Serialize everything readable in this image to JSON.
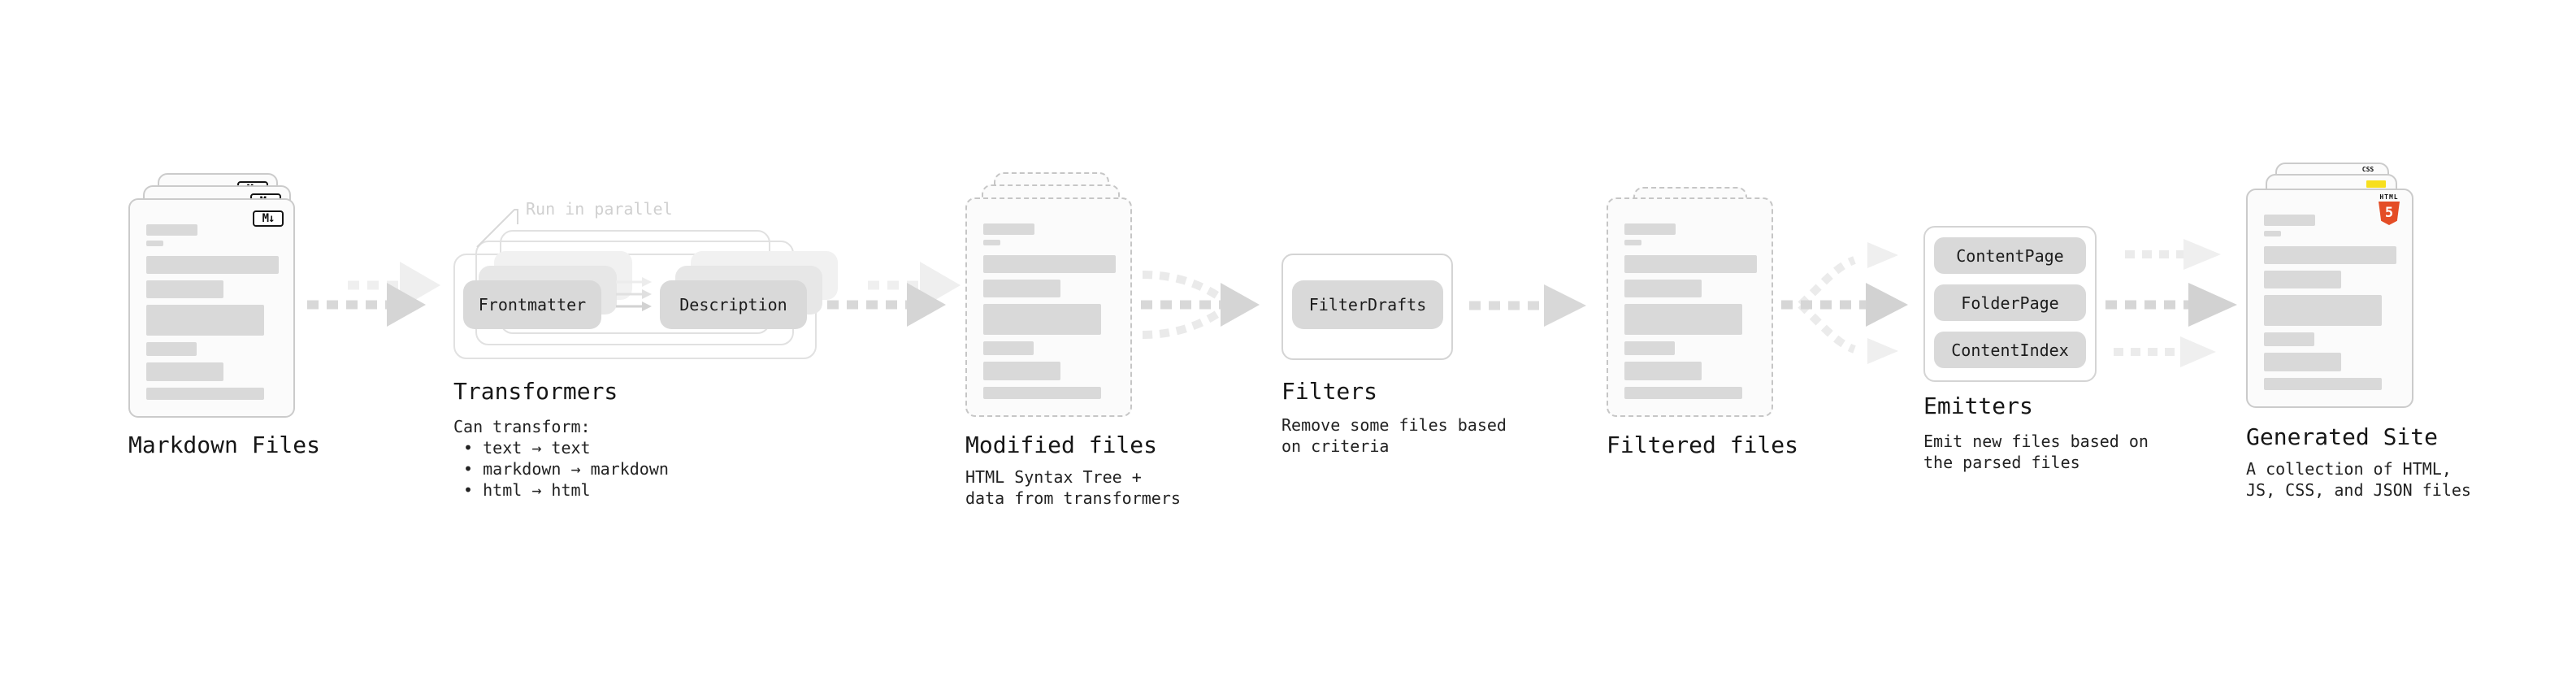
{
  "markdown": {
    "title": "Markdown Files",
    "badge": "M↓"
  },
  "transformers": {
    "title": "Transformers",
    "annotation": "Run in parallel",
    "pill_a": "Frontmatter",
    "pill_b": "Description",
    "desc": [
      "Can transform:",
      " • text → text",
      " • markdown → markdown",
      " • html → html"
    ]
  },
  "modified": {
    "title": "Modified files",
    "desc": [
      "HTML Syntax Tree +",
      "data from transformers"
    ]
  },
  "filters": {
    "title": "Filters",
    "pill": "FilterDrafts",
    "desc": [
      "Remove some files based",
      "on criteria"
    ]
  },
  "filtered": {
    "title": "Filtered files"
  },
  "emitters": {
    "title": "Emitters",
    "pills": [
      "ContentPage",
      "FolderPage",
      "ContentIndex"
    ],
    "desc": [
      "Emit new files based on",
      "the parsed files"
    ]
  },
  "generated": {
    "title": "Generated Site",
    "css_badge": "CSS",
    "html_badge": "HTML",
    "html_number": "5",
    "desc": [
      "A collection of HTML,",
      "JS, CSS, and JSON files"
    ]
  },
  "colors": {
    "bar_gray": "#d9d9d9",
    "arrow_dark": "#d6d6d6",
    "arrow_light": "#ededed",
    "html5_orange": "#e44d26",
    "js_yellow": "#f7df1e",
    "css_blue": "#2965f1"
  }
}
